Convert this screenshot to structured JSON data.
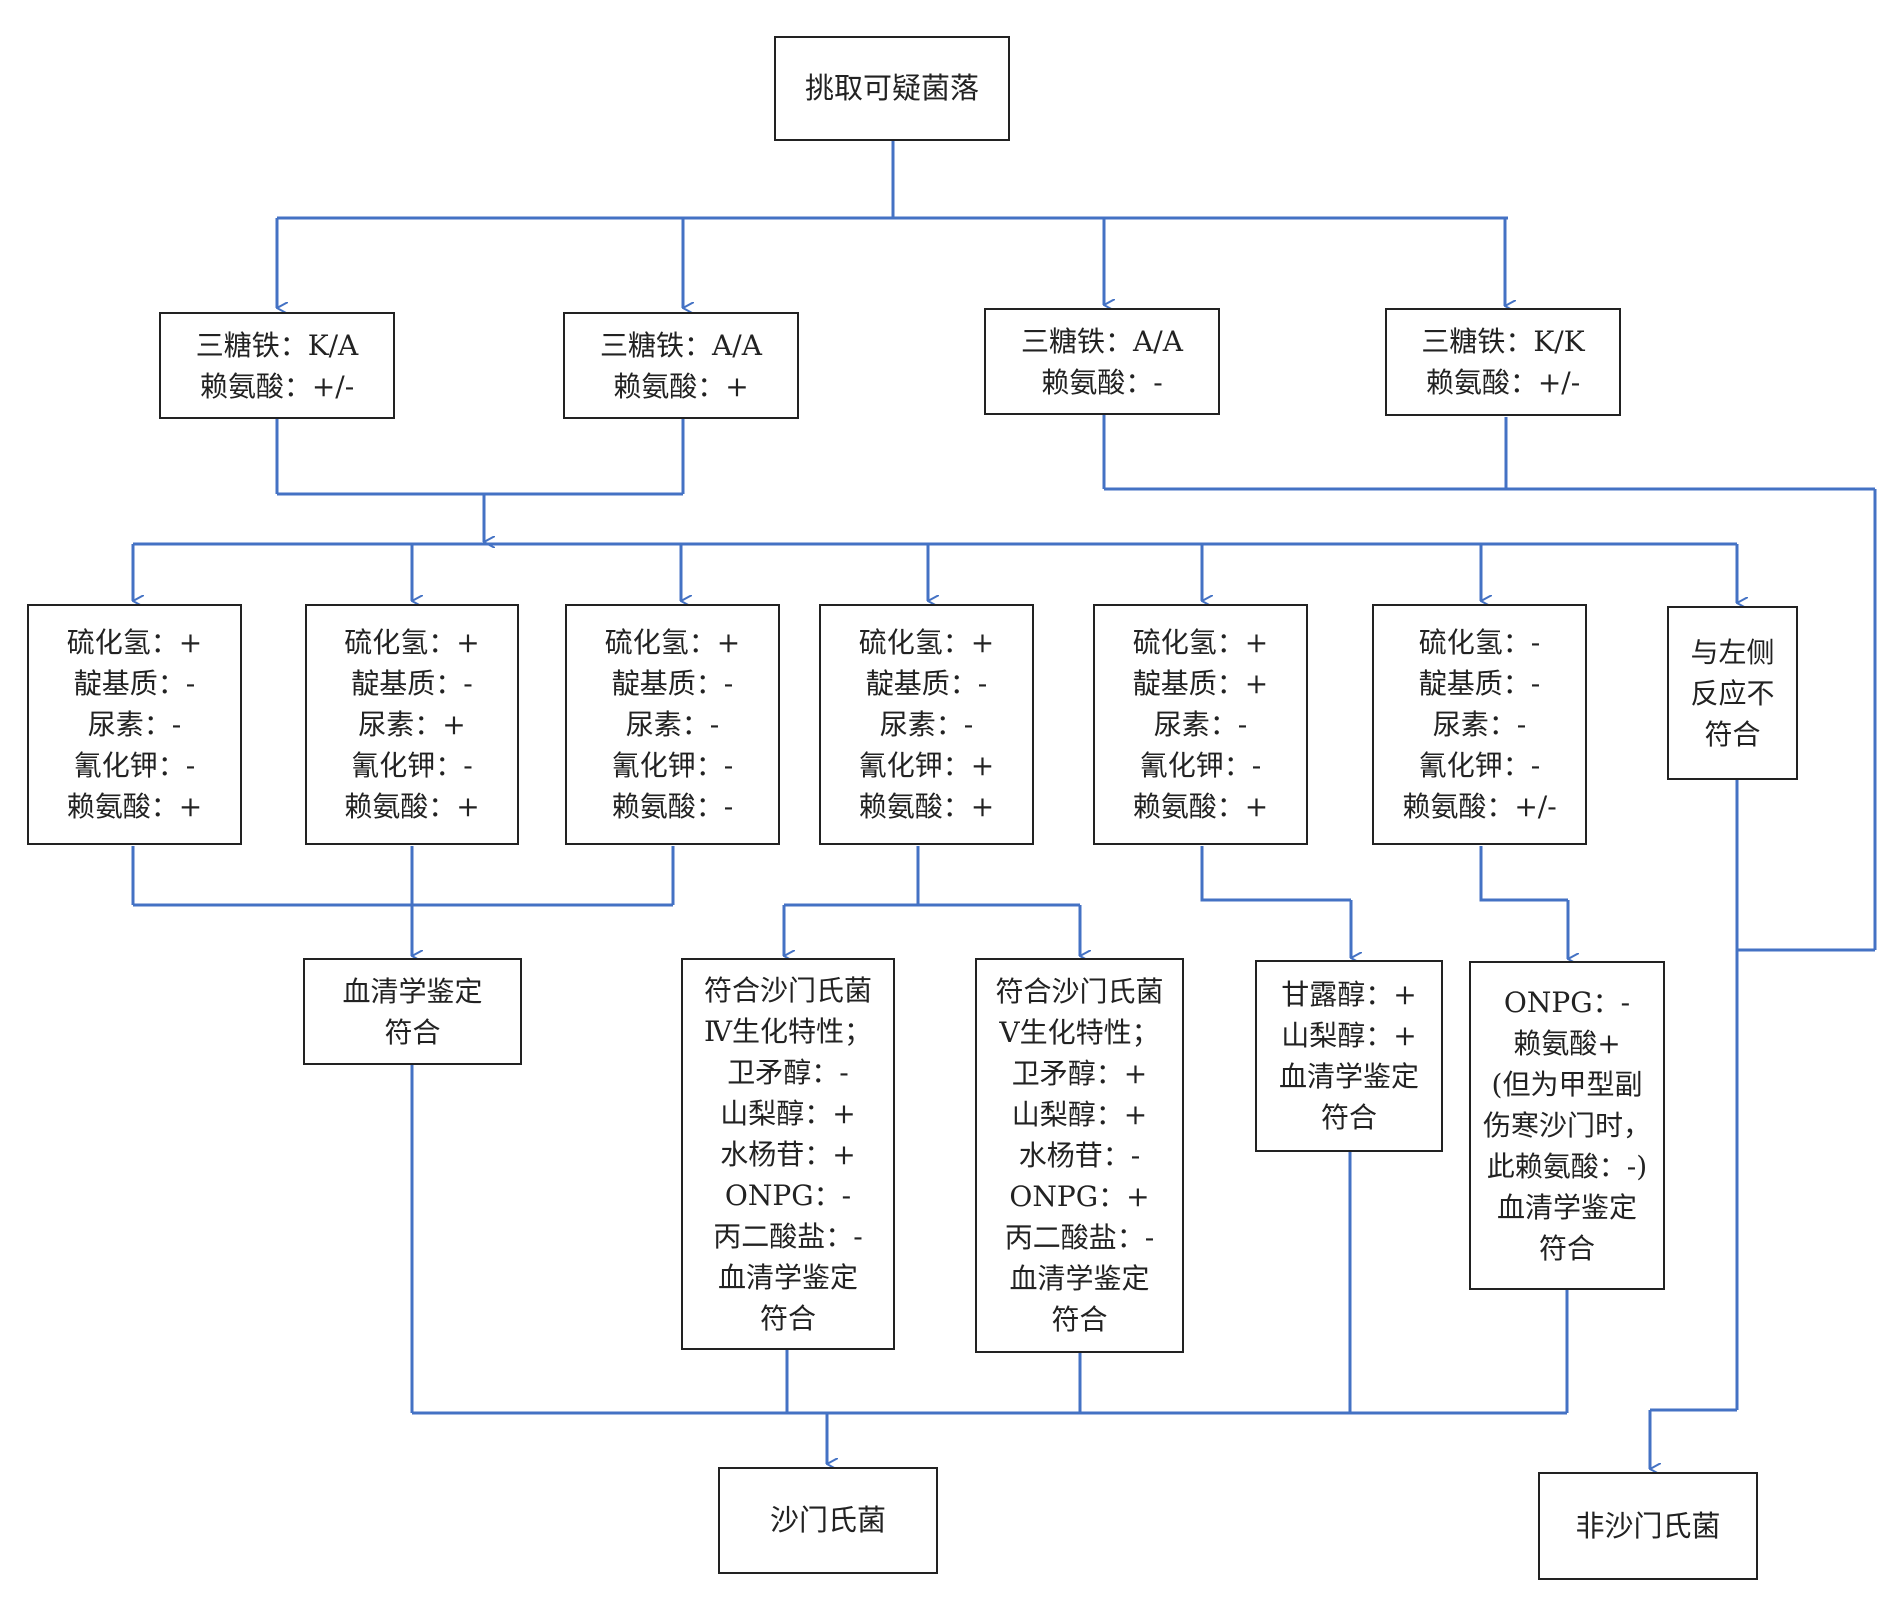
{
  "nodes": {
    "start": [
      "挑取可疑菌落"
    ],
    "tsi1": [
      "三糖铁：K/A",
      "赖氨酸：+/-"
    ],
    "tsi2": [
      "三糖铁：A/A",
      "赖氨酸：+"
    ],
    "tsi3": [
      "三糖铁：A/A",
      "赖氨酸：-"
    ],
    "tsi4": [
      "三糖铁：K/K",
      "赖氨酸：+/-"
    ],
    "b1": [
      "硫化氢：+",
      "靛基质：-",
      "尿素：-",
      "氰化钾：-",
      "赖氨酸：+"
    ],
    "b2": [
      "硫化氢：+",
      "靛基质：-",
      "尿素：+",
      "氰化钾：-",
      "赖氨酸：+"
    ],
    "b3": [
      "硫化氢：+",
      "靛基质：-",
      "尿素：-",
      "氰化钾：-",
      "赖氨酸：-"
    ],
    "b4": [
      "硫化氢：+",
      "靛基质：-",
      "尿素：-",
      "氰化钾：+",
      "赖氨酸：+"
    ],
    "b5": [
      "硫化氢：+",
      "靛基质：+",
      "尿素：-",
      "氰化钾：-",
      "赖氨酸：+"
    ],
    "b6": [
      "硫化氢：-",
      "靛基质：-",
      "尿素：-",
      "氰化钾：-",
      "赖氨酸：+/-"
    ],
    "b7": [
      "与左侧",
      "反应不",
      "符合"
    ],
    "serology": [
      "血清学鉴定",
      "符合"
    ],
    "iv": [
      "符合沙门氏菌",
      "Ⅳ生化特性；",
      "卫矛醇：-",
      "山梨醇：+",
      "水杨苷：+",
      "ONPG：-",
      "丙二酸盐：-",
      "血清学鉴定",
      "符合"
    ],
    "v": [
      "符合沙门氏菌",
      "Ⅴ生化特性；",
      "卫矛醇：+",
      "山梨醇：+",
      "水杨苷：-",
      "ONPG：+",
      "丙二酸盐：-",
      "血清学鉴定",
      "符合"
    ],
    "mannitol": [
      "甘露醇：+",
      "山梨醇：+",
      "血清学鉴定",
      "符合"
    ],
    "onpg": [
      "ONPG：-",
      "赖氨酸+",
      "(但为甲型副",
      "伤寒沙门时，",
      "此赖氨酸：-)",
      "血清学鉴定",
      "符合"
    ],
    "salmonella": [
      "沙门氏菌"
    ],
    "non_salmonella": [
      "非沙门氏菌"
    ]
  },
  "colors": {
    "connector": "#4472c4",
    "border": "#222222"
  }
}
